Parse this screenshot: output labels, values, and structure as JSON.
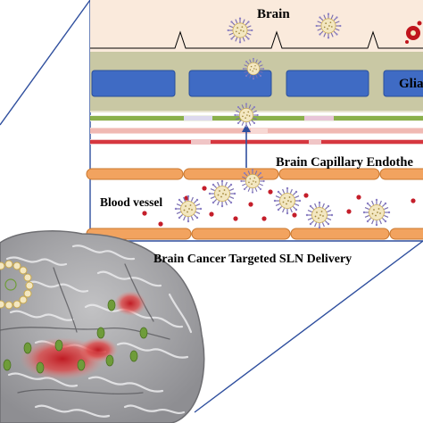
{
  "labels": {
    "brain": "Brain",
    "glia": "Glia",
    "endothelium": "Brain Capillary Endothe",
    "blood_vessel": "Blood vessel",
    "title": "Brain Cancer Targeted SLN Delivery"
  },
  "colors": {
    "brain_region": "#faeadc",
    "glia_band": "#c9c8a4",
    "glia_cell": "#3f6bc4",
    "membrane_green": "#8ab04b",
    "membrane_pink": "#f0b9b3",
    "membrane_red": "#d6373f",
    "blood_vessel_cell": "#f2a35f",
    "cerebral_cortex": "#a9a9ac",
    "tumor": "#d8272c",
    "nanoparticle_core": "#f3e7c1",
    "nanoparticle_spikes": "#7b6fb0",
    "callout_lines": "#2f4f9e"
  },
  "icons": [
    "nanoparticle-icon",
    "drug-molecule-icon",
    "transport-arrow-icon",
    "cerebral-cortex-illustration",
    "tumor-icon"
  ]
}
